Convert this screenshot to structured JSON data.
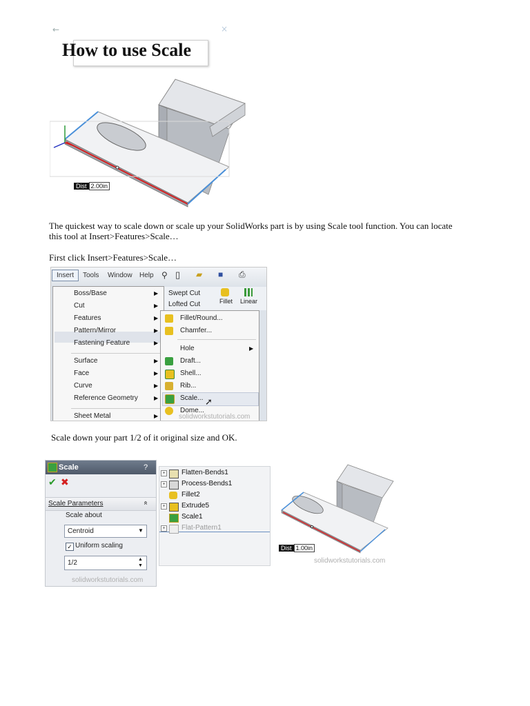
{
  "nav": {
    "back_icon": "←",
    "close_icon": "×"
  },
  "title": "How to use Scale",
  "figure1": {
    "dist_label": "Dist",
    "dist_value": "2.00in"
  },
  "paragraph1": "The quickest way to scale down or scale up your SolidWorks part is by using Scale tool function. You can locate this tool at Insert>Features>Scale…",
  "paragraph2": "First click Insert>Features>Scale…",
  "menu": {
    "menubar": [
      "Insert",
      "Tools",
      "Window",
      "Help"
    ],
    "items": [
      {
        "label": "Boss/Base",
        "arrow": true
      },
      {
        "label": "Cut",
        "arrow": true
      },
      {
        "label": "Features",
        "arrow": true
      },
      {
        "label": "Pattern/Mirror",
        "arrow": true
      },
      {
        "label": "Fastening Feature",
        "arrow": true
      },
      {
        "label": "Surface",
        "arrow": true
      },
      {
        "label": "Face",
        "arrow": true
      },
      {
        "label": "Curve",
        "arrow": true
      },
      {
        "label": "Reference Geometry",
        "arrow": true
      },
      {
        "label": "Sheet Metal",
        "arrow": true
      }
    ],
    "toolbar_labels": [
      "Swept Cut",
      "Lofted Cut",
      "Fillet",
      "Linear"
    ],
    "submenu": [
      "Fillet/Round...",
      "Chamfer...",
      "Hole",
      "Draft...",
      "Shell...",
      "Rib...",
      "Scale...",
      "Dome..."
    ],
    "watermark": "solidworkstutorials.com"
  },
  "paragraph3": "Scale down your part 1/2 of it original size and OK.",
  "scale_panel": {
    "title": "Scale",
    "help": "?",
    "ok_icon": "✔",
    "cancel_icon": "✖",
    "section": "Scale Parameters",
    "collapse_icon": "«",
    "scale_about_label": "Scale about",
    "scale_about_value": "Centroid",
    "uniform_label": "Uniform scaling",
    "uniform_checked": "✓",
    "scale_value": "1/2",
    "watermark": "solidworkstutorials.com"
  },
  "tree": [
    "Flatten-Bends1",
    "Process-Bends1",
    "Fillet2",
    "Extrude5",
    "Scale1",
    "Flat-Pattern1"
  ],
  "figure2": {
    "dist_label": "Dist",
    "dist_value": "1.00in",
    "watermark": "solidworkstutorials.com"
  },
  "colors": {
    "accent_red": "#d42020",
    "edge_blue": "#4a90d9",
    "menu_highlight": "#dfe3ea"
  }
}
